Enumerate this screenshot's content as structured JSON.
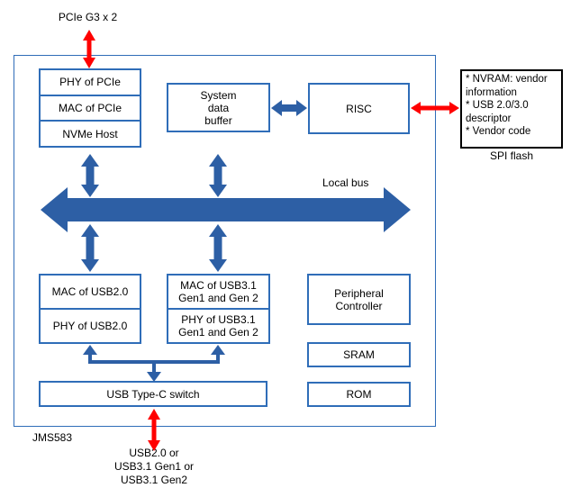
{
  "colors": {
    "arrow_blue": "#2d5fa5",
    "border_blue": "#2f6db8",
    "arrow_red": "#ff0000",
    "nvram_border": "#000000"
  },
  "labels": {
    "pcie_port": "PCIe G3 x 2",
    "local_bus": "Local bus",
    "spi_flash": "SPI flash",
    "chip_name": "JMS583",
    "usb_port": "USB2.0 or\nUSB3.1 Gen1 or\nUSB3.1 Gen2",
    "nvram_note": "* NVRAM: vendor\ninformation\n* USB 2.0/3.0\ndescriptor\n* Vendor code"
  },
  "blocks": {
    "pcie_stack": {
      "cells": [
        "PHY of PCIe",
        "MAC of PCIe",
        "NVMe Host"
      ]
    },
    "system_data_buffer": "System\ndata\nbuffer",
    "risc": "RISC",
    "usb2_stack": {
      "cells": [
        "MAC of USB2.0",
        "PHY of USB2.0"
      ]
    },
    "usb31_stack": {
      "cells": [
        "MAC of USB3.1\nGen1 and Gen 2",
        "PHY of USB3.1\nGen1 and Gen 2"
      ]
    },
    "peripheral_controller": "Peripheral\nController",
    "sram": "SRAM",
    "rom": "ROM",
    "usb_typec_switch": "USB Type-C switch"
  }
}
